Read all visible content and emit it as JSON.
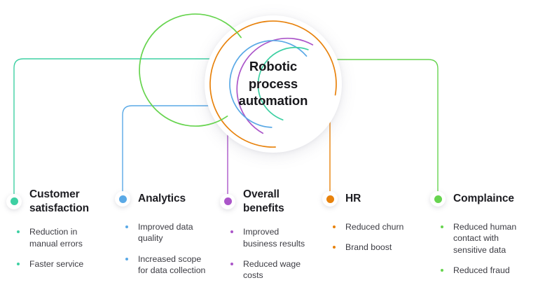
{
  "hub": {
    "title": "Robotic process automation",
    "title_lines": [
      "Robotic",
      "process",
      "automation"
    ]
  },
  "palette": {
    "teal": "#3ed0a3",
    "blue": "#5aa9e6",
    "purple": "#ab56c9",
    "orange": "#e8820c",
    "green": "#67d44f",
    "title_color": "#17171b",
    "body_color": "#3b3b42",
    "background": "#ffffff"
  },
  "columns": [
    {
      "id": "customer-satisfaction",
      "title": "Customer satisfaction",
      "color": "#3ed0a3",
      "bullets": [
        "Reduction in manual errors",
        "Faster service"
      ]
    },
    {
      "id": "analytics",
      "title": "Analytics",
      "color": "#5aa9e6",
      "bullets": [
        "Improved data quality",
        "Increased scope for data collection"
      ]
    },
    {
      "id": "overall-benefits",
      "title": "Overall benefits",
      "color": "#ab56c9",
      "bullets": [
        "Improved business results",
        "Reduced wage costs"
      ]
    },
    {
      "id": "hr",
      "title": "HR",
      "color": "#e8820c",
      "bullets": [
        "Reduced churn",
        "Brand boost"
      ]
    },
    {
      "id": "complaince",
      "title": "Complaince",
      "color": "#67d44f",
      "bullets": [
        "Reduced human contact with sensitive data",
        "Reduced fraud"
      ]
    }
  ],
  "rings": [
    {
      "name": "orange-ring",
      "color": "#e8820c",
      "radius": 90,
      "start": 272,
      "end": 170
    },
    {
      "name": "green-ring",
      "color": "#67d44f",
      "radius": 80,
      "start": 215,
      "end": 125
    },
    {
      "name": "purple-ring",
      "color": "#ab56c9",
      "radius": 71,
      "start": 258,
      "end": 128
    },
    {
      "name": "blue-ring",
      "color": "#5aa9e6",
      "radius": 62,
      "start": 268,
      "end": 140
    },
    {
      "name": "teal-ring",
      "color": "#3ed0a3",
      "radius": 53,
      "start": 285,
      "end": 160
    }
  ],
  "connectors": [
    {
      "name": "connector-customer-satisfaction",
      "color": "#3ed0a3"
    },
    {
      "name": "connector-analytics",
      "color": "#5aa9e6"
    },
    {
      "name": "connector-overall-benefits",
      "color": "#ab56c9"
    },
    {
      "name": "connector-hr",
      "color": "#e8820c"
    },
    {
      "name": "connector-complaince",
      "color": "#67d44f"
    }
  ]
}
